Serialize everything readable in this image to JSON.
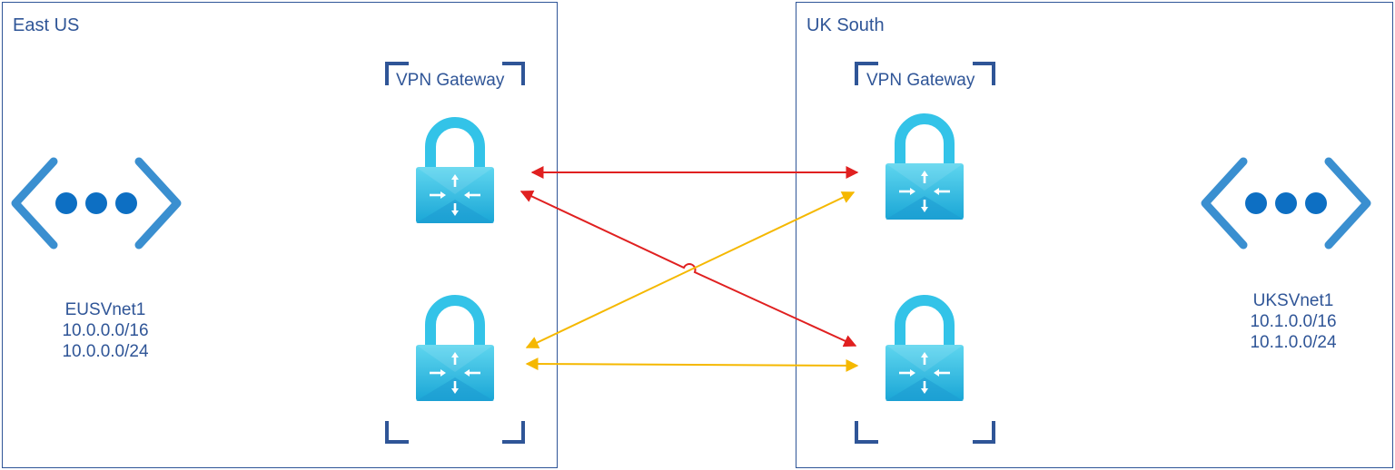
{
  "regions": {
    "east": {
      "title": "East US"
    },
    "uk": {
      "title": "UK South"
    }
  },
  "gateways": {
    "east_label": "VPN Gateway",
    "uk_label": "VPN Gateway"
  },
  "vnets": {
    "east": {
      "name": "EUSVnet1",
      "address_space": "10.0.0.0/16",
      "subnet": "10.0.0.0/24",
      "icon": "virtual-network-icon"
    },
    "uk": {
      "name": "UKSVnet1",
      "address_space": "10.1.0.0/16",
      "subnet": "10.1.0.0/24",
      "icon": "virtual-network-icon"
    }
  },
  "connections": [
    {
      "from": "east-gateway-1",
      "to": "uk-gateway-1",
      "color": "#e02020"
    },
    {
      "from": "east-gateway-1",
      "to": "uk-gateway-2",
      "color": "#e02020"
    },
    {
      "from": "east-gateway-2",
      "to": "uk-gateway-1",
      "color": "#f5b800"
    },
    {
      "from": "east-gateway-2",
      "to": "uk-gateway-2",
      "color": "#f5b800"
    }
  ],
  "colors": {
    "region_border": "#2f5597",
    "text": "#2f5597",
    "vnet_icon": "#3a8fd0",
    "vnet_dot": "#0d6fc3",
    "lock_shackle": "#35c4e8",
    "lock_body": "#3ccbe8",
    "red_link": "#e02020",
    "yellow_link": "#f5b800"
  }
}
